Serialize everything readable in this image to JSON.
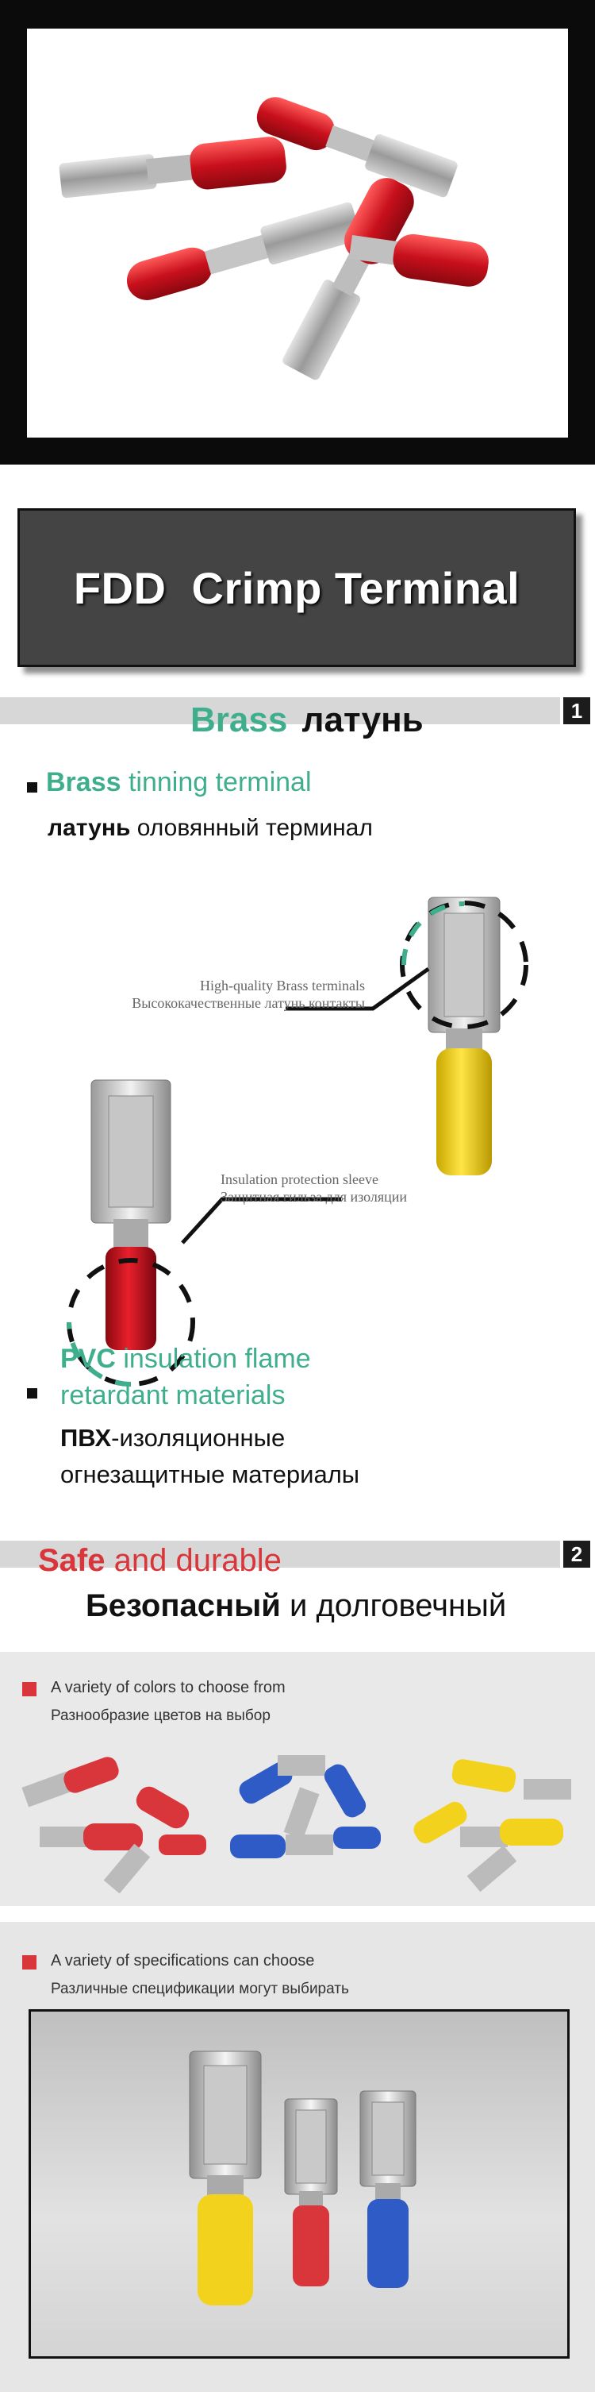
{
  "title_banner": {
    "text": "FDD  Crimp Terminal"
  },
  "section1": {
    "number": "1",
    "heading_en": "Brass",
    "heading_ru": "латунь",
    "bullet1_en_a": "Brass",
    "bullet1_en_b": " tinning terminal",
    "bullet1_ru_a": "латунь",
    "bullet1_ru_b": " оловянный терминал",
    "callout1_en": "High-quality Brass terminals",
    "callout1_ru": "Высококачественные латунь контакты",
    "callout2_en": "Insulation protection sleeve",
    "callout2_ru": "Защитная гильза для изоляции",
    "bullet2_en_a": "PVC",
    "bullet2_en_b": " insulation flame",
    "bullet2_en_c": "retardant materials",
    "bullet2_ru_a": "ПВХ",
    "bullet2_ru_b": "-изоляционные",
    "bullet2_ru_c": "огнезащитные материалы"
  },
  "section2": {
    "number": "2",
    "heading_en_a": "Safe",
    "heading_en_b": " and durable",
    "heading_ru_a": "Безопасный",
    "heading_ru_b": " и долговечный",
    "colors_en": "A variety of colors to choose from",
    "colors_ru": "Разнообразие цветов на выбор",
    "specs_en": "A variety of specifications can choose",
    "specs_ru": "Различные спецификации могут выбирать"
  },
  "colors": {
    "red": "#d8363a",
    "blue": "#2f5bc6",
    "yellow": "#f2d21c",
    "teal": "#3fae8d",
    "banner_gray": "#444444"
  }
}
